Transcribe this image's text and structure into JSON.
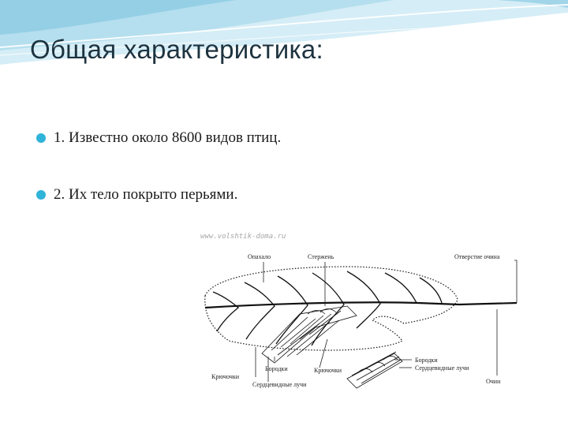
{
  "slide": {
    "title": "Общая характеристика:",
    "bullets": [
      "1. Известно около 8600 видов птиц.",
      "2. Их тело покрыто перьями."
    ]
  },
  "figure": {
    "watermark": "www.volshtik-doma.ru",
    "labels": {
      "vane": "Опахало",
      "shaft": "Стержень",
      "calamus_opening": "Отверстие очина",
      "barbs_right": "Бородки",
      "barbules_right": "Сердцевидные лучи",
      "calamus": "Очин",
      "hooklets_left": "Крючочки",
      "barbs_mid": "Бородки",
      "hooklets_mid": "Крючочки",
      "barbules_left": "Сердцевидные лучи"
    }
  },
  "colors": {
    "accent": "#2fb3d9",
    "title": "#1e3340",
    "header_light": "#cfeaf4",
    "header_dark": "#7fc4dc"
  }
}
